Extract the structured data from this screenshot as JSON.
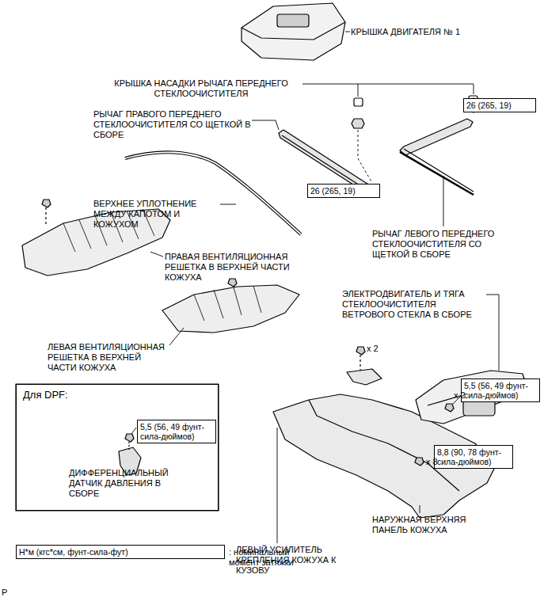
{
  "diagram": {
    "nodes": [
      {
        "text": [
          "26 (265, 19)"
        ]
      },
      {
        "text": [
          "26 (265, 19)"
        ]
      },
      {
        "text": [
          "Для DPF:",
          "ДИФФЕРЕНЦИАЛЬНЫЙ ДАТЧИК ДАВЛЕНИЯ В СБОРЕ"
        ]
      },
      {
        "text": [
          "5,5 (56, 49 фунт-сила-дюймов)"
        ],
        "in": 2
      },
      {
        "text": [
          "5,5 (56, 49 фунт-сила-дюймов)"
        ]
      },
      {
        "text": [
          "8,8 (90, 78 фунт-сила-дюймов)"
        ]
      },
      {
        "text": [
          "Н*м (кгс*см, фунт-сила-фут)",
          ": номинальный момент затяжки"
        ]
      }
    ],
    "labels": [
      "КРЫШКА ДВИГАТЕЛЯ № 1",
      "КРЫШКА НАСАДКИ РЫЧАГА ПЕРЕДНЕГО СТЕКЛООЧИСТИТЕЛЯ",
      "РЫЧАГ ПРАВОГО ПЕРЕДНЕГО СТЕКЛООЧИСТИТЕЛЯ СО ЩЕТКОЙ В СБОРЕ",
      "ВЕРХНЕЕ УПЛОТНЕНИЕ МЕЖДУ КАПОТОМ И КОЖУХОМ",
      "РЫЧАГ ЛЕВОГО ПЕРЕДНЕГО СТЕКЛООЧИСТИТЕЛЯ СО ЩЕТКОЙ В СБОРЕ",
      "ПРАВАЯ ВЕНТИЛЯЦИОННАЯ РЕШЕТКА В ВЕРХНЕЙ ЧАСТИ КОЖУХА",
      "ЭЛЕКТРОДВИГАТЕЛЬ И ТЯГА СТЕКЛООЧИСТИТЕЛЯ ВЕТРОВОГО СТЕКЛА В СБОРЕ",
      "ЛЕВАЯ ВЕНТИЛЯЦИОННАЯ РЕШЕТКА В ВЕРХНЕЙ ЧАСТИ КОЖУХА",
      "x 2",
      "x 2",
      "x 8",
      "НАРУЖНАЯ ВЕРХНЯЯ ПАНЕЛЬ КОЖУХА",
      "ЛЕВЫЙ УСИЛИТЕЛЬ КРЕПЛЕНИЯ КОЖУХА К КУЗОВУ",
      "P"
    ]
  }
}
